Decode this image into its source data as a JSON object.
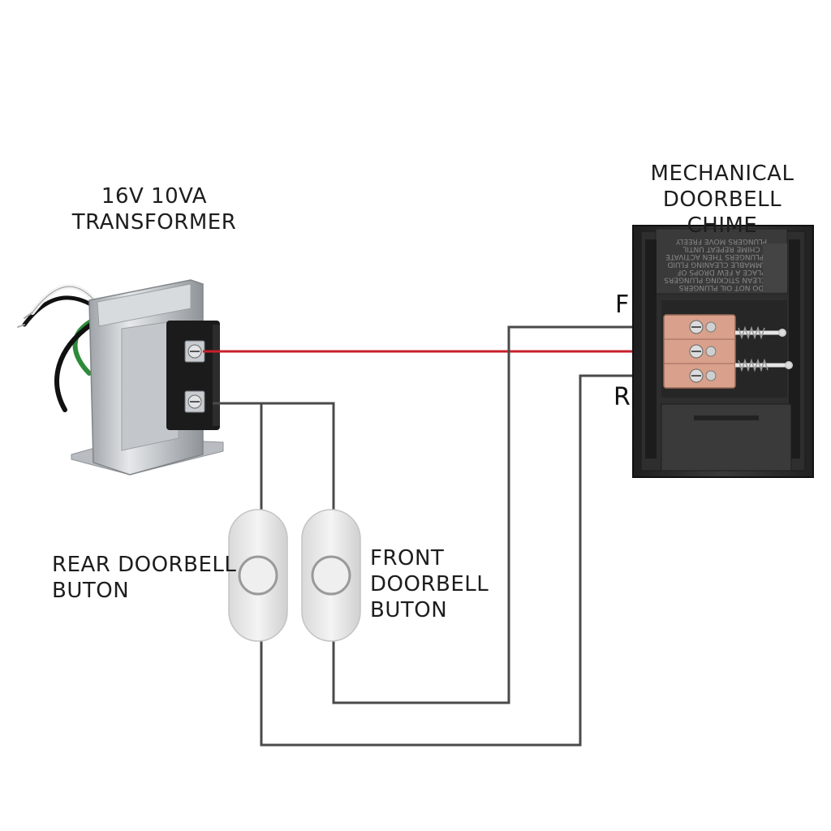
{
  "transformer": {
    "label_line1": "16V 10VA",
    "label_line2": "TRANSFORMER"
  },
  "chime": {
    "label_line1": "MECHANICAL",
    "label_line2": "DOORBELL CHIME",
    "terminal_front": "F",
    "terminal_rear": "R",
    "warning_lines": [
      "DO NOT OIL PLUNGERS",
      "TO CLEAN STICKING PLUNGERS",
      "PLACE A FEW DROPS OF",
      "FLAMMABLE CLEANING FLUID",
      "ON PLUNGERS THEN ACTIVATE",
      "CHIME REPEAT UNTIL",
      "PLUNGERS MOVE FREELY"
    ]
  },
  "buttons": {
    "rear_line1": "REAR DOORBELL",
    "rear_line2": "BUTON",
    "front_line1": "FRONT",
    "front_line2": "DOORBELL",
    "front_line3": "BUTON"
  },
  "colors": {
    "wire_gray": "#4a4a4a",
    "wire_red": "#c8202a",
    "chime_body": "#2b2b2b",
    "terminal_plate": "#d9a08c",
    "button_body": "#ececec",
    "transformer_metal": "#c9cccf"
  }
}
